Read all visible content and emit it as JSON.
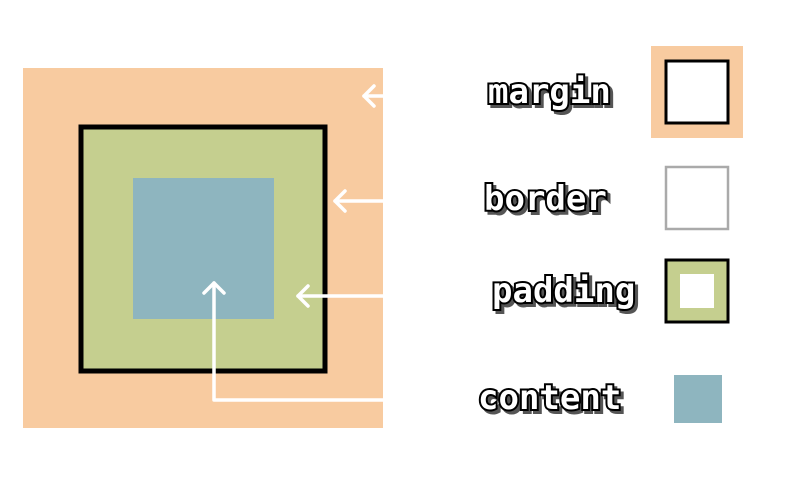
{
  "colors": {
    "margin": "#f8cba0",
    "border": "#000000",
    "padding": "#c5cf8f",
    "content": "#8eb5bf",
    "arrow": "#ffffff",
    "legend_border_gray": "#aaaaaa"
  },
  "legend": {
    "margin_label": "margin",
    "border_label": "border",
    "padding_label": "padding",
    "content_label": "content"
  }
}
